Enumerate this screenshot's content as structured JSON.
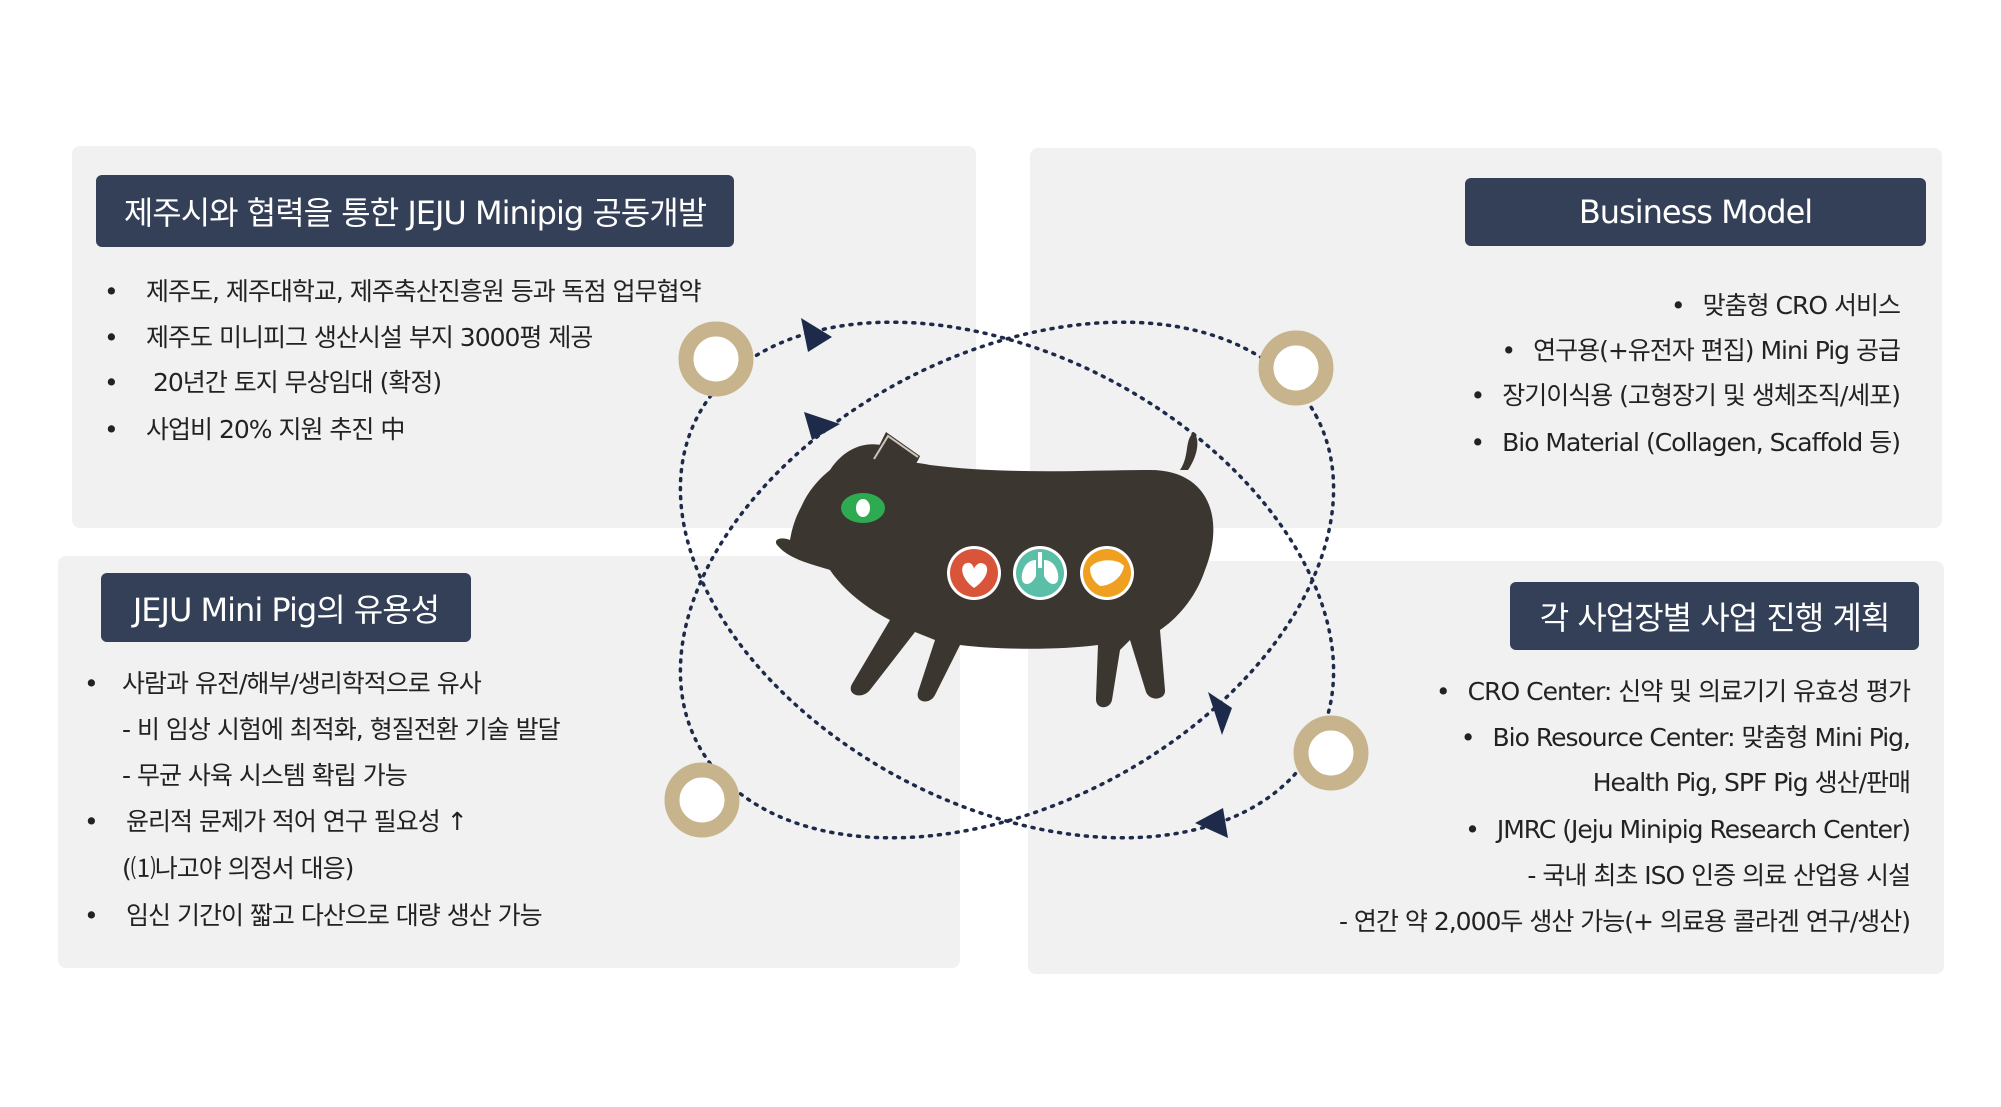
{
  "panels": {
    "top_left": {
      "title": "제주시와 협력을 통한 JEJU Minipig 공동개발",
      "items": [
        "제주도, 제주대학교, 제주축산진흥원 등과  독점 업무협약",
        "제주도 미니피그 생산시설 부지 3000평 제공",
        " 20년간 토지 무상임대 (확정)",
        "사업비 20% 지원 추진 中"
      ]
    },
    "top_right": {
      "title": "Business Model",
      "items": [
        "맞춤형 CRO 서비스",
        "연구용(+유전자 편집) Mini Pig 공급",
        "장기이식용 (고형장기 및 생체조직/세포)",
        "Bio Material (Collagen, Scaffold 등)"
      ]
    },
    "bottom_left": {
      "title": "JEJU Mini Pig의 유용성",
      "items": [
        "사람과 유전/해부/생리학적으로 유사",
        "- 비 임상 시험에 최적화, 형질전환 기술 발달",
        "- 무균 사육 시스템 확립 가능",
        "윤리적 문제가 적어 연구 필요성 ↑",
        "(⑴나고야 의정서 대응)",
        "임신 기간이 짧고 다산으로 대량 생산 가능"
      ]
    },
    "bottom_right": {
      "title": "각 사업장별 사업 진행 계획",
      "items": [
        "CRO Center: 신약 및 의료기기 유효성 평가",
        "Bio Resource Center: 맞춤형 Mini Pig,",
        "Health Pig, SPF Pig 생산/판매",
        "JMRC (Jeju Minipig Research Center)",
        "- 국내 최초 ISO 인증 의료 산업용 시설",
        "- 연간 약 2,000두 생산 가능(+ 의료용 콜라겐 연구/생산)"
      ]
    }
  },
  "bullet_symbol": "•",
  "colors": {
    "header_bg": "#344058",
    "panel_bg": "#f1f1f2",
    "pig": "#3b3630",
    "ring": "#c8b48c",
    "arrow": "#1e2a4a",
    "eye": "#2eaa50",
    "heart": "#d9553a",
    "lung": "#5bbfa7",
    "liver": "#f0a020"
  },
  "icons": [
    "pig-icon",
    "heart-icon",
    "lungs-icon",
    "liver-icon",
    "eye-icon",
    "ring-icon",
    "arrow-icon"
  ]
}
